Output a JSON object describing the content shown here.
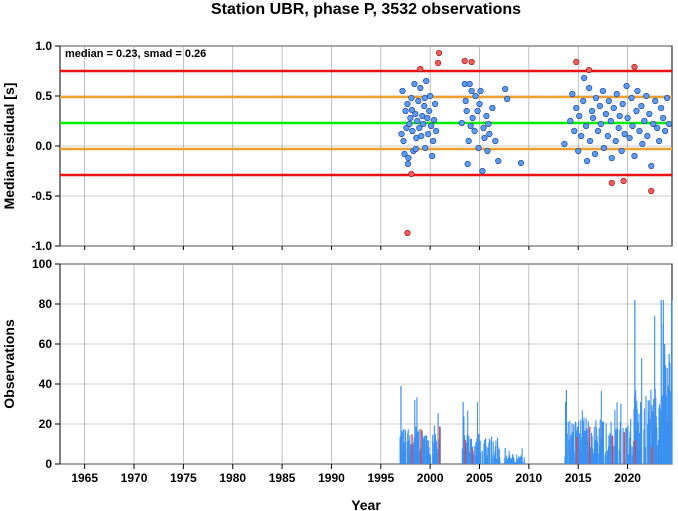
{
  "chart_data": [
    {
      "type": "scatter",
      "title": "Station UBR, phase P, 3532 observations",
      "ylabel": "Median residual [s]",
      "xlim": [
        1962.5,
        2024.5
      ],
      "ylim": [
        -1.0,
        1.0
      ],
      "yticks": [
        -1.0,
        -0.5,
        0.0,
        0.5,
        1.0
      ],
      "ytick_labels": [
        "-1.0",
        "-0.5",
        "0.0",
        "0.5",
        "1.0"
      ],
      "grid": true,
      "annotation": "median = 0.23, smad = 0.26",
      "reference_lines": [
        {
          "y": 0.23,
          "color": "#00ee00",
          "role": "median"
        },
        {
          "y": 0.49,
          "color": "#f0a030",
          "role": "median + 1 smad"
        },
        {
          "y": -0.03,
          "color": "#f0a030",
          "role": "median - 1 smad"
        },
        {
          "y": 0.75,
          "color": "#ee1010",
          "role": "median + 2 smad"
        },
        {
          "y": -0.29,
          "color": "#ee1010",
          "role": "median - 2 smad"
        }
      ],
      "colors": {
        "inlier": "#5a9cf5",
        "outlier": "#f55a5a"
      },
      "inliers": [
        [
          1997.1,
          0.12
        ],
        [
          1997.2,
          0.55
        ],
        [
          1997.3,
          0.05
        ],
        [
          1997.4,
          -0.08
        ],
        [
          1997.5,
          0.35
        ],
        [
          1997.6,
          0.18
        ],
        [
          1997.7,
          0.42
        ],
        [
          1997.8,
          -0.12
        ],
        [
          1997.9,
          0.22
        ],
        [
          1998.0,
          0.28
        ],
        [
          1998.1,
          0.48
        ],
        [
          1998.2,
          0.15
        ],
        [
          1998.3,
          -0.05
        ],
        [
          1998.4,
          0.62
        ],
        [
          1998.5,
          0.32
        ],
        [
          1998.6,
          0.08
        ],
        [
          1998.7,
          0.25
        ],
        [
          1998.8,
          0.45
        ],
        [
          1998.9,
          0.18
        ],
        [
          1999.0,
          0.58
        ],
        [
          1999.1,
          0.1
        ],
        [
          1999.2,
          0.3
        ],
        [
          1999.3,
          0.22
        ],
        [
          1999.4,
          0.4
        ],
        [
          1999.5,
          -0.02
        ],
        [
          1999.6,
          0.65
        ],
        [
          1999.7,
          0.28
        ],
        [
          1999.8,
          0.12
        ],
        [
          1999.9,
          0.35
        ],
        [
          2000.0,
          0.5
        ],
        [
          2000.1,
          0.2
        ],
        [
          2000.2,
          -0.1
        ],
        [
          2000.3,
          0.05
        ],
        [
          2000.4,
          0.26
        ],
        [
          2000.5,
          0.42
        ],
        [
          2000.6,
          0.15
        ],
        [
          1998.15,
          0.36
        ],
        [
          1999.45,
          0.48
        ],
        [
          1997.75,
          -0.18
        ],
        [
          1998.55,
          -0.03
        ],
        [
          2003.2,
          0.23
        ],
        [
          2003.5,
          0.62
        ],
        [
          2003.6,
          0.45
        ],
        [
          2003.7,
          0.35
        ],
        [
          2003.8,
          -0.18
        ],
        [
          2003.9,
          0.05
        ],
        [
          2004.0,
          0.62
        ],
        [
          2004.1,
          0.2
        ],
        [
          2004.2,
          0.55
        ],
        [
          2004.3,
          0.28
        ],
        [
          2004.5,
          0.15
        ],
        [
          2004.6,
          0.5
        ],
        [
          2004.8,
          0.35
        ],
        [
          2004.9,
          -0.02
        ],
        [
          2005.0,
          0.42
        ],
        [
          2005.1,
          0.55
        ],
        [
          2005.3,
          -0.25
        ],
        [
          2005.4,
          0.18
        ],
        [
          2005.5,
          0.08
        ],
        [
          2005.7,
          0.3
        ],
        [
          2005.8,
          -0.05
        ],
        [
          2005.9,
          0.22
        ],
        [
          2006.0,
          0.12
        ],
        [
          2006.3,
          0.38
        ],
        [
          2006.6,
          0.05
        ],
        [
          2006.9,
          -0.15
        ],
        [
          2007.6,
          0.57
        ],
        [
          2007.8,
          0.47
        ],
        [
          2009.2,
          -0.17
        ],
        [
          2013.6,
          0.02
        ],
        [
          2014.2,
          0.25
        ],
        [
          2014.4,
          0.52
        ],
        [
          2014.6,
          0.15
        ],
        [
          2014.8,
          0.38
        ],
        [
          2015.0,
          -0.05
        ],
        [
          2015.1,
          0.3
        ],
        [
          2015.3,
          0.1
        ],
        [
          2015.5,
          0.45
        ],
        [
          2015.6,
          0.68
        ],
        [
          2015.8,
          0.2
        ],
        [
          2015.9,
          -0.15
        ],
        [
          2016.1,
          0.58
        ],
        [
          2016.2,
          0.05
        ],
        [
          2016.4,
          0.35
        ],
        [
          2016.5,
          0.28
        ],
        [
          2016.7,
          -0.08
        ],
        [
          2016.8,
          0.48
        ],
        [
          2017.0,
          0.15
        ],
        [
          2017.2,
          0.4
        ],
        [
          2017.3,
          0.22
        ],
        [
          2017.5,
          0.55
        ],
        [
          2017.6,
          -0.02
        ],
        [
          2017.8,
          0.32
        ],
        [
          2018.0,
          0.1
        ],
        [
          2018.1,
          0.45
        ],
        [
          2018.3,
          0.25
        ],
        [
          2018.4,
          -0.12
        ],
        [
          2018.6,
          0.38
        ],
        [
          2018.8,
          0.05
        ],
        [
          2018.9,
          0.52
        ],
        [
          2019.1,
          0.18
        ],
        [
          2019.2,
          0.3
        ],
        [
          2019.4,
          -0.05
        ],
        [
          2019.5,
          0.42
        ],
        [
          2019.7,
          0.12
        ],
        [
          2019.9,
          0.6
        ],
        [
          2020.0,
          0.28
        ],
        [
          2020.2,
          0.08
        ],
        [
          2020.4,
          0.48
        ],
        [
          2020.5,
          0.2
        ],
        [
          2020.7,
          -0.1
        ],
        [
          2020.9,
          0.35
        ],
        [
          2021.0,
          0.55
        ],
        [
          2021.2,
          0.15
        ],
        [
          2021.4,
          0.4
        ],
        [
          2021.5,
          0.02
        ],
        [
          2021.7,
          0.25
        ],
        [
          2021.9,
          0.5
        ],
        [
          2022.0,
          0.1
        ],
        [
          2022.2,
          0.32
        ],
        [
          2022.4,
          -0.2
        ],
        [
          2022.6,
          0.22
        ],
        [
          2022.8,
          0.45
        ],
        [
          2023.0,
          0.18
        ],
        [
          2023.2,
          0.05
        ],
        [
          2023.4,
          0.38
        ],
        [
          2023.6,
          0.28
        ],
        [
          2023.8,
          0.15
        ],
        [
          2024.0,
          0.48
        ],
        [
          2024.2,
          0.22
        ]
      ],
      "outliers": [
        [
          1997.7,
          -0.87
        ],
        [
          1998.1,
          -0.28
        ],
        [
          1999.0,
          0.77
        ],
        [
          2000.8,
          0.83
        ],
        [
          2000.9,
          0.93
        ],
        [
          2003.5,
          0.85
        ],
        [
          2004.2,
          0.84
        ],
        [
          2014.8,
          0.84
        ],
        [
          2016.1,
          0.76
        ],
        [
          2018.4,
          -0.37
        ],
        [
          2019.6,
          -0.35
        ],
        [
          2020.7,
          0.79
        ],
        [
          2022.4,
          -0.45
        ]
      ]
    },
    {
      "type": "bar",
      "ylabel": "Observations",
      "xlabel": "Year",
      "xlim": [
        1962.5,
        2024.5
      ],
      "ylim": [
        0,
        100
      ],
      "yticks": [
        0,
        20,
        40,
        60,
        80,
        100
      ],
      "ytick_labels": [
        "0",
        "20",
        "40",
        "60",
        "80",
        "100"
      ],
      "xticks": [
        1965,
        1970,
        1975,
        1980,
        1985,
        1990,
        1995,
        2000,
        2005,
        2010,
        2015,
        2020
      ],
      "xtick_labels": [
        "1965",
        "1970",
        "1975",
        "1980",
        "1985",
        "1990",
        "1995",
        "2000",
        "2005",
        "2010",
        "2015",
        "2020"
      ],
      "grid": true,
      "colors": {
        "bar": "#3b90f0",
        "highlight": "#e84040"
      },
      "bar_groups": [
        {
          "range": [
            1996.9,
            2001.0
          ],
          "peak": 39,
          "typical": 15,
          "color": "#3b90f0"
        },
        {
          "range": [
            2003.2,
            2007.1
          ],
          "peak": 31,
          "typical": 12,
          "color": "#3b90f0"
        },
        {
          "range": [
            2007.5,
            2009.5
          ],
          "peak": 8,
          "typical": 4,
          "color": "#3b90f0"
        },
        {
          "range": [
            2013.6,
            2020.6
          ],
          "peak": 37,
          "typical": 18,
          "color": "#3b90f0"
        },
        {
          "range": [
            2020.6,
            2024.5
          ],
          "peak": 82,
          "typical": 30,
          "color": "#3b90f0"
        }
      ],
      "red_marks": [
        1998.1,
        1999.0,
        2000.9,
        2003.5,
        2004.2,
        2014.8,
        2016.1,
        2018.4,
        2019.6,
        2020.7,
        2022.4
      ]
    }
  ]
}
